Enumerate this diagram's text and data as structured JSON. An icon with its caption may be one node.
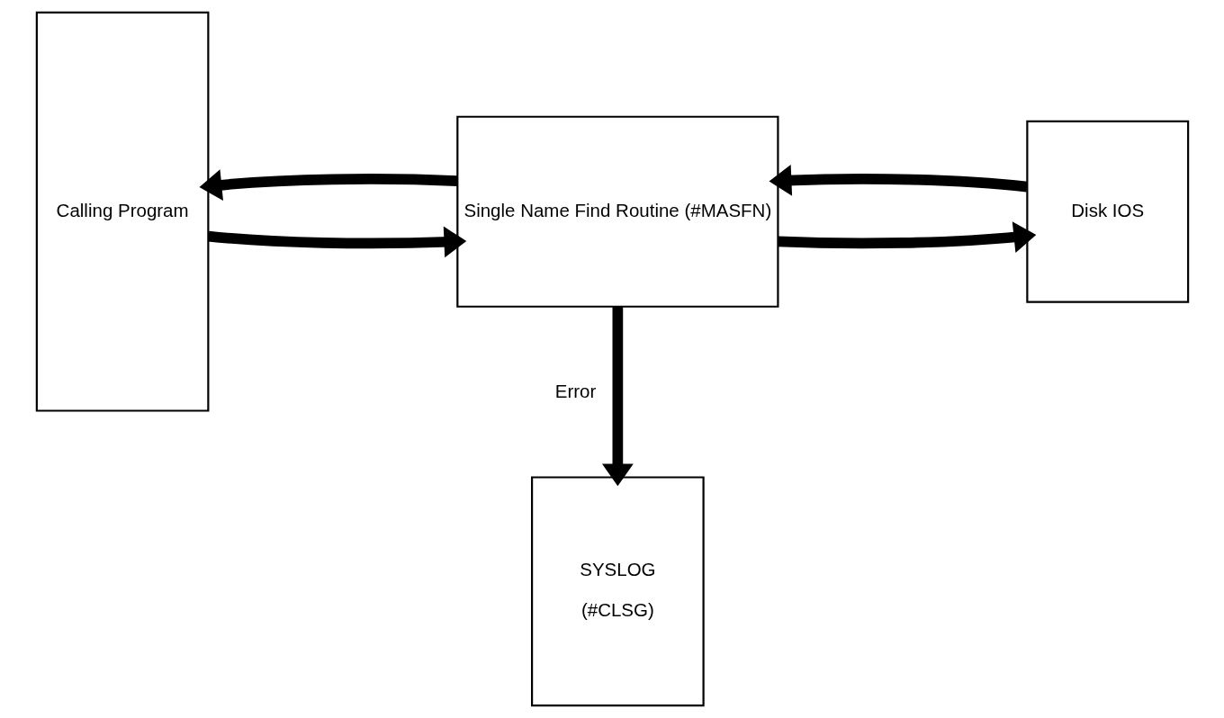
{
  "diagram": {
    "nodes": [
      {
        "text": [
          "Calling Program"
        ]
      },
      {
        "text": [
          "Single Name Find Routine (#MASFN)"
        ]
      },
      {
        "text": [
          "Disk IOS"
        ]
      },
      {
        "text": [
          "SYSLOG",
          "(#CLSG)"
        ]
      }
    ],
    "edges": [
      {
        "from": 0,
        "to": 1,
        "arrow": "to"
      },
      {
        "from": 1,
        "to": 0,
        "arrow": "to"
      },
      {
        "from": 1,
        "to": 2,
        "arrow": "to"
      },
      {
        "from": 2,
        "to": 1,
        "arrow": "to"
      },
      {
        "from": 1,
        "to": 3,
        "arrow": "to",
        "label": "Error"
      }
    ]
  }
}
